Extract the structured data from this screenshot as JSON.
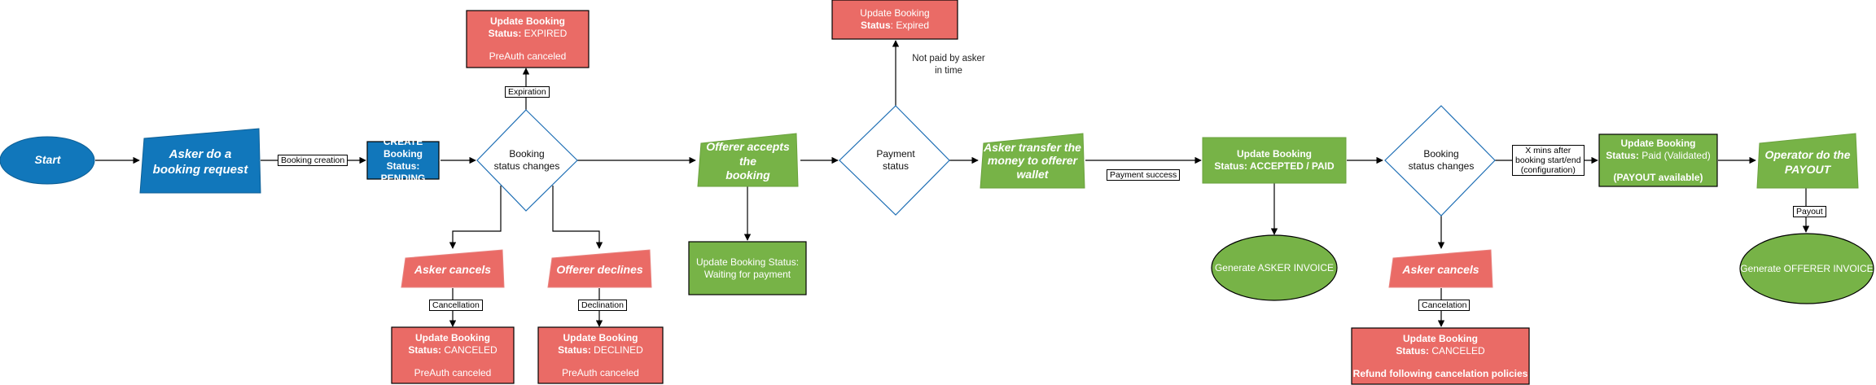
{
  "colors": {
    "blue": "#1177bb",
    "green": "#77b347",
    "red": "#ea6b66",
    "line": "#000000",
    "diamond_stroke": "#1f6fb5"
  },
  "nodes": {
    "start": "Start",
    "asker_request": "Asker do a\nbooking request",
    "create_booking": {
      "line1": "CREATE Booking",
      "line2": "Status: PENDING"
    },
    "status_changes_1": "Booking\nstatus changes",
    "expired_1": {
      "title": "Update Booking",
      "status_label": "Status:",
      "status_value": "EXPIRED",
      "note": "PreAuth canceled"
    },
    "asker_cancels_1": "Asker cancels",
    "offerer_declines": "Offerer declines",
    "canceled_1": {
      "title": "Update Booking",
      "status_label": "Status:",
      "status_value": "CANCELED",
      "note": "PreAuth canceled"
    },
    "declined": {
      "title": "Update Booking",
      "status_label": "Status:",
      "status_value": "DECLINED",
      "note": "PreAuth canceled"
    },
    "offerer_accepts": "Offerer accepts the\nbooking",
    "waiting_payment": "Update Booking Status:\nWaiting for payment",
    "payment_status": "Payment\nstatus",
    "expired_2": {
      "title": "Update Booking",
      "status_label": "Status",
      "status_value": ": Expired"
    },
    "not_paid_note": "Not paid by asker\nin time",
    "asker_transfer": "Asker transfer the\nmoney to offerer\nwallet",
    "accepted_paid": {
      "title": "Update Booking",
      "status": "Status: ACCEPTED / PAID"
    },
    "asker_invoice": "Generate ASKER INVOICE",
    "status_changes_2": "Booking\nstatus changes",
    "asker_cancels_2": "Asker cancels",
    "canceled_2": {
      "title": "Update Booking",
      "status_label": "Status:",
      "status_value": "CANCELED",
      "note": "Refund following cancelation policies"
    },
    "paid_validated": {
      "title": "Update Booking",
      "status_label": "Status:",
      "status_value": "Paid (Validated)",
      "note": "(PAYOUT available)"
    },
    "operator_payout": "Operator do the\nPAYOUT",
    "offerer_invoice": "Generate OFFERER INVOICE"
  },
  "edge_labels": {
    "booking_creation": "Booking creation",
    "expiration": "Expiration",
    "cancellation_1": "Cancellation",
    "declination": "Declination",
    "payment_success": "Payment success",
    "cancelation_2": "Cancelation",
    "x_mins": "X mins after\nbooking start/end\n(configuration)",
    "payout": "Payout"
  }
}
